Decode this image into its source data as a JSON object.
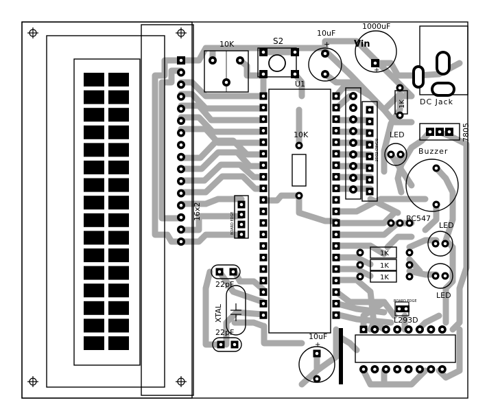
{
  "labels": {
    "r_10k_pot": "10K",
    "s2": "S2",
    "c_10uf_top": "10uF",
    "c_1000uf": "1000uF",
    "vin": "Vin",
    "u1": "U1",
    "r_1k_top": "1K",
    "dc_jack": "DC Jack",
    "r_10k_mid": "10K",
    "led_top": "LED",
    "reg_7805": "7805",
    "buzzer": "Buzzer",
    "board_edge_1": "BOARD EDGE",
    "lcd_16x2": "16x2",
    "board_edge_2": "BOARD EDGE",
    "bc547": "BC547",
    "led_mid": "LED",
    "r_1k_a": "1K",
    "r_1k_b": "1K",
    "r_1k_c": "1K",
    "led_low": "LED",
    "cap_22pf_top": "22pF",
    "xtal": "XTAL",
    "cap_22pf_bot": "22pF",
    "board_edge_3": "BOARD EDGE",
    "l293d": "L293D",
    "c_10uf_bot": "10uF",
    "plus_1": "+",
    "plus_2": "+",
    "plus_3": "+"
  },
  "colors": {
    "trace": "#a9a9a9",
    "pad": "#000000",
    "outline": "#000000",
    "background": "#ffffff"
  },
  "icons": {
    "mount_hole": "crosshair-circle-icon"
  }
}
